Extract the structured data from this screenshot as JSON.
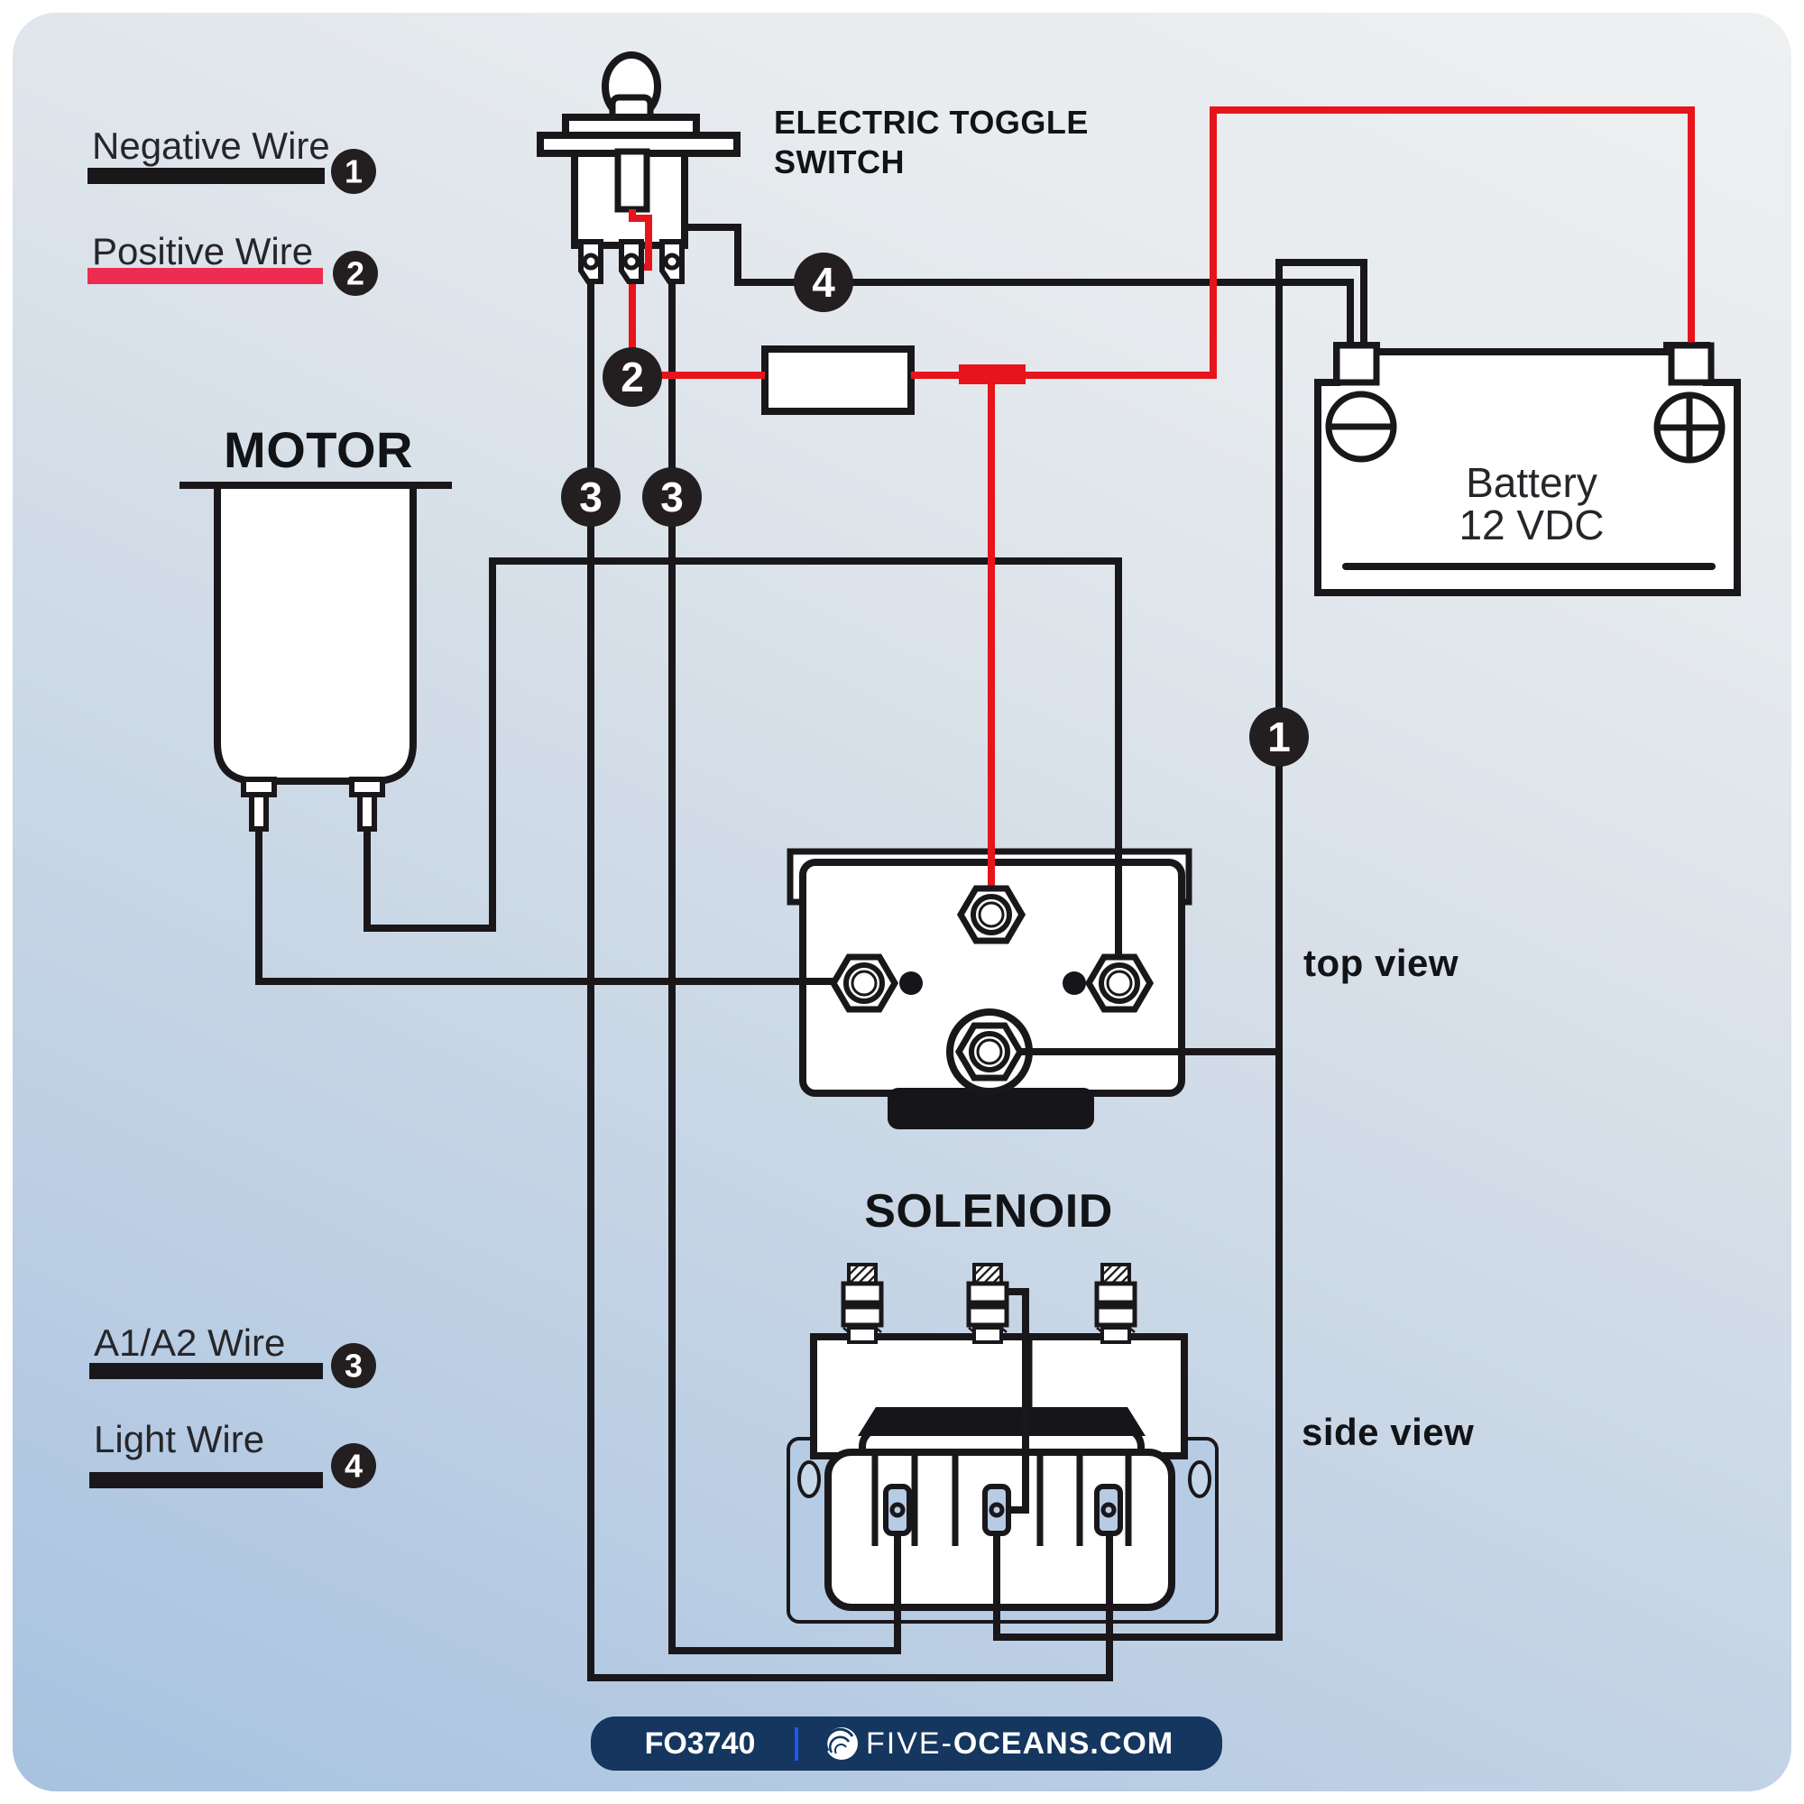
{
  "legend_top": {
    "items": [
      {
        "label": "Negative Wire",
        "badge": "1",
        "color": "#1a171b"
      },
      {
        "label": "Positive Wire",
        "badge": "2",
        "color": "#ee2b50"
      }
    ]
  },
  "legend_bottom": {
    "items": [
      {
        "label": "A1/A2 Wire",
        "badge": "3",
        "color": "#1a171b"
      },
      {
        "label": "Light Wire",
        "badge": "4",
        "color": "#1a171b"
      }
    ]
  },
  "components": {
    "toggle_switch_label_line1": "ELECTRIC TOGGLE",
    "toggle_switch_label_line2": "SWITCH",
    "motor_label": "MOTOR",
    "solenoid_label": "SOLENOID",
    "battery_label_line1": "Battery",
    "battery_label_line2": "12 VDC",
    "top_view_label": "top view",
    "side_view_label": "side view"
  },
  "wire_badges": {
    "b1": "1",
    "b2": "2",
    "b3": "3",
    "b4": "4"
  },
  "footer": {
    "sku": "FO3740",
    "brand_prefix": "FIVE-",
    "brand_suffix": "OCEANS.COM"
  },
  "colors": {
    "wire_black": "#1a171b",
    "wire_red": "#e8141b",
    "legend_red": "#ee2b50",
    "badge_dark": "#231f20",
    "footer_navy": "#14365f",
    "divider_blue": "#2257e8"
  }
}
